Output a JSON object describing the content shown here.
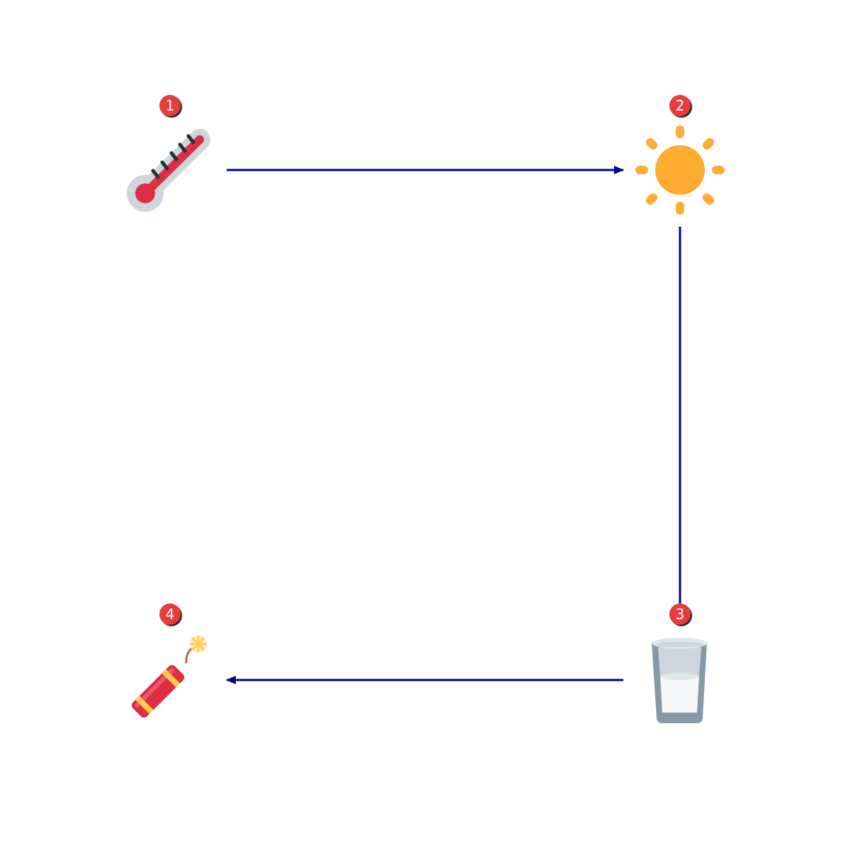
{
  "diagram": {
    "colors": {
      "arrow": "#00008b",
      "badge_fill": "#e83a3a",
      "badge_text": "#ffffff"
    },
    "nodes": [
      {
        "id": "node-1",
        "badge": "1",
        "icon": "thermometer-icon"
      },
      {
        "id": "node-2",
        "badge": "2",
        "icon": "sun-icon"
      },
      {
        "id": "node-3",
        "badge": "3",
        "icon": "glass-of-water-icon"
      },
      {
        "id": "node-4",
        "badge": "4",
        "icon": "firecracker-icon"
      }
    ],
    "edges": [
      {
        "from": "1",
        "to": "2",
        "arrow": "end"
      },
      {
        "from": "2",
        "to": "3",
        "arrow": "none"
      },
      {
        "from": "3",
        "to": "4",
        "arrow": "end"
      }
    ]
  }
}
